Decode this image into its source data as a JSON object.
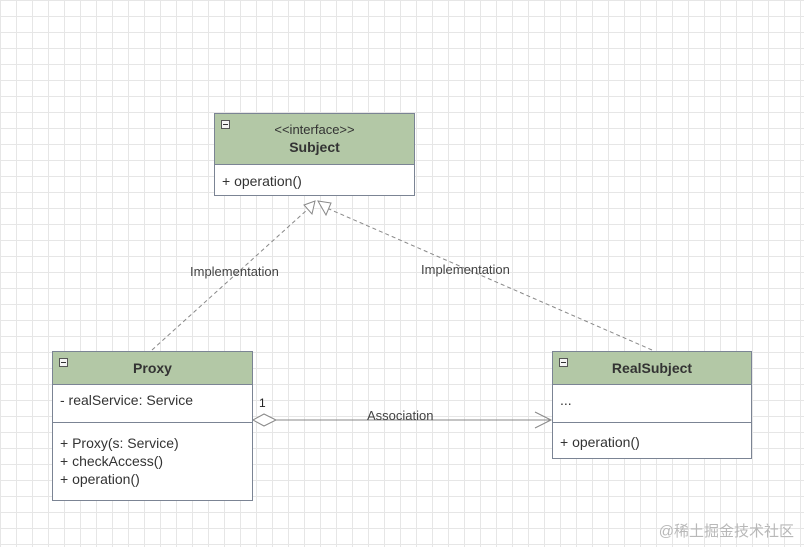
{
  "classes": {
    "subject": {
      "stereotype": "<<interface>>",
      "name": "Subject",
      "attributes": [],
      "operations": [
        "+ operation()"
      ]
    },
    "proxy": {
      "name": "Proxy",
      "attributes": [
        "- realService: Service"
      ],
      "operations": [
        "+ Proxy(s: Service)",
        "+ checkAccess()",
        "+ operation()"
      ]
    },
    "real_subject": {
      "name": "RealSubject",
      "attributes": [
        "..."
      ],
      "operations": [
        "+ operation()"
      ]
    }
  },
  "relations": {
    "proxy_impl": {
      "type": "realization",
      "label": "Implementation",
      "from": "Proxy",
      "to": "Subject"
    },
    "real_impl": {
      "type": "realization",
      "label": "Implementation",
      "from": "RealSubject",
      "to": "Subject"
    },
    "association": {
      "type": "aggregation",
      "label": "Association",
      "multiplicity": "1",
      "from": "Proxy",
      "to": "RealSubject"
    }
  },
  "watermark": "@稀土掘金技术社区",
  "colors": {
    "header_fill": "#b3c8a6",
    "border": "#7b8494",
    "line": "#888888"
  }
}
